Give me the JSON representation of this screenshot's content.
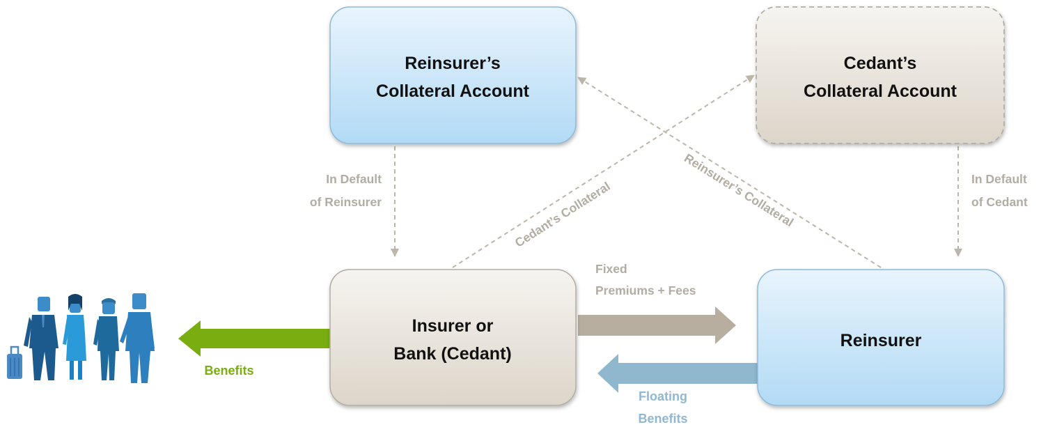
{
  "boxes": {
    "reinsurer_collateral": {
      "line1": "Reinsurer’s",
      "line2": "Collateral Account"
    },
    "cedant_collateral": {
      "line1": "Cedant’s",
      "line2": "Collateral Account"
    },
    "insurer": {
      "line1": "Insurer or",
      "line2": "Bank (Cedant)"
    },
    "reinsurer": {
      "line1": "Reinsurer"
    }
  },
  "flows": {
    "default_reinsurer": {
      "line1": "In Default",
      "line2": "of Reinsurer"
    },
    "default_cedant": {
      "line1": "In Default",
      "line2": "of Cedant"
    },
    "cedant_collateral": "Cedant’s Collateral",
    "reinsurer_collateral": "Reinsurer’s Collateral",
    "fixed_premiums": {
      "line1": "Fixed",
      "line2": "Premiums + Fees"
    },
    "floating_benefits": {
      "line1": "Floating",
      "line2": "Benefits"
    },
    "benefits": "Benefits"
  },
  "colors": {
    "blue_box_top": "#e6f3fd",
    "blue_box_bottom": "#b4dcf6",
    "beige_box_top": "#f5f3ef",
    "beige_box_bottom": "#ddd6cb",
    "dashed_line": "#bcb5aa",
    "label_gray": "#b3aca2",
    "green_arrow": "#79ad10",
    "tan_arrow": "#b7ae9f",
    "blue_arrow": "#8fb7cd",
    "blue_label": "#90b8d2"
  },
  "icons": [
    "people-group-icon"
  ]
}
